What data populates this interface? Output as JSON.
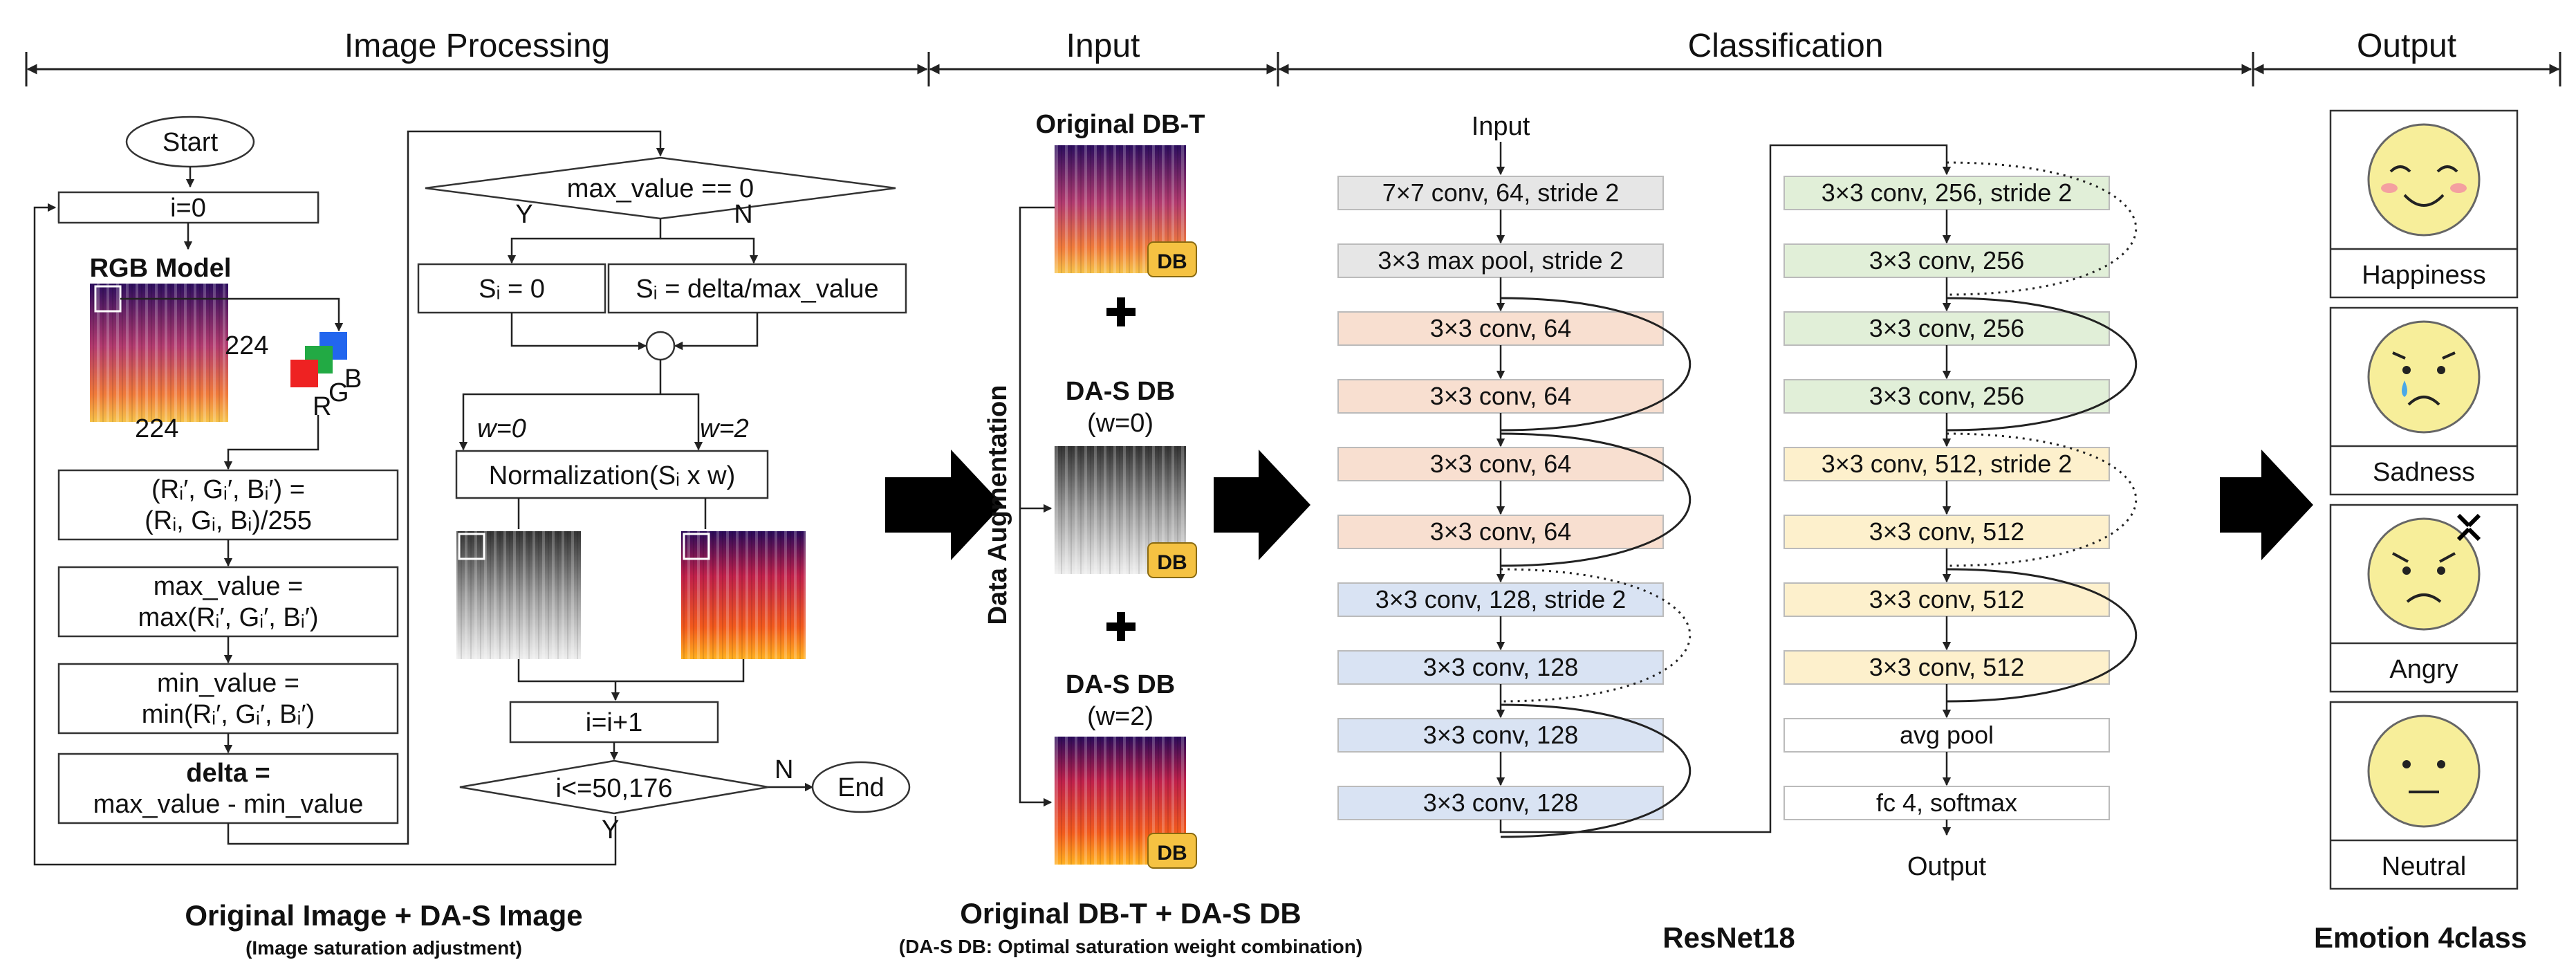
{
  "sections": {
    "image_processing": "Image Processing",
    "input": "Input",
    "classification": "Classification",
    "output": "Output"
  },
  "flowchart": {
    "start": "Start",
    "init": "i=0",
    "rgb_model": "RGB Model",
    "dim_w": "224",
    "dim_h": "224",
    "rgb_r": "R",
    "rgb_g": "G",
    "rgb_b": "B",
    "step_norm_1": "(Rᵢ′, Gᵢ′, Bᵢ′) =",
    "step_norm_2": "(Rᵢ, Gᵢ, Bᵢ)/255",
    "step_max_1": "max_value =",
    "step_max_2": "max(Rᵢ′, Gᵢ′, Bᵢ′)",
    "step_min_1": "min_value =",
    "step_min_2": "min(Rᵢ′, Gᵢ′, Bᵢ′)",
    "step_delta_1": "delta =",
    "step_delta_2": "max_value - min_value",
    "decision_max": "max_value == 0",
    "yes": "Y",
    "no": "N",
    "si_zero": "Sᵢ = 0",
    "si_delta": "Sᵢ = delta/max_value",
    "w0": "w=0",
    "w2": "w=2",
    "normalization": "Normalization(Sᵢ x w)",
    "increment": "i=i+1",
    "decision_loop": "i<=50,176",
    "loop_yes": "Y",
    "loop_no": "N",
    "end": "End",
    "caption": "Original Image + DA-S Image",
    "caption_sub": "(Image saturation adjustment)"
  },
  "input": {
    "original": "Original DB-T",
    "das_w0_1": "DA-S DB",
    "das_w0_2": "(w=0)",
    "das_w2_1": "DA-S DB",
    "das_w2_2": "(w=2)",
    "db_badge": "DB",
    "data_augmentation": "Data Augmentation",
    "caption": "Original DB-T + DA-S DB",
    "caption_sub": "(DA-S DB: Optimal saturation weight combination)"
  },
  "resnet": {
    "input": "Input",
    "output": "Output",
    "caption": "ResNet18",
    "left_layers": [
      {
        "label": "7×7 conv, 64, stride 2",
        "color": "#e6e6e6"
      },
      {
        "label": "3×3 max pool, stride 2",
        "color": "#e6e6e6"
      },
      {
        "label": "3×3 conv, 64",
        "color": "#f8dfd0"
      },
      {
        "label": "3×3 conv, 64",
        "color": "#f8dfd0"
      },
      {
        "label": "3×3 conv, 64",
        "color": "#f8dfd0"
      },
      {
        "label": "3×3 conv, 64",
        "color": "#f8dfd0"
      },
      {
        "label": "3×3 conv, 128, stride 2",
        "color": "#d9e3f3"
      },
      {
        "label": "3×3 conv, 128",
        "color": "#d9e3f3"
      },
      {
        "label": "3×3 conv, 128",
        "color": "#d9e3f3"
      },
      {
        "label": "3×3 conv, 128",
        "color": "#d9e3f3"
      }
    ],
    "right_layers": [
      {
        "label": "3×3 conv, 256, stride 2",
        "color": "#e1efd8"
      },
      {
        "label": "3×3 conv, 256",
        "color": "#e1efd8"
      },
      {
        "label": "3×3 conv, 256",
        "color": "#e1efd8"
      },
      {
        "label": "3×3 conv, 256",
        "color": "#e1efd8"
      },
      {
        "label": "3×3 conv, 512, stride 2",
        "color": "#fdf0cc"
      },
      {
        "label": "3×3 conv, 512",
        "color": "#fdf0cc"
      },
      {
        "label": "3×3 conv, 512",
        "color": "#fdf0cc"
      },
      {
        "label": "3×3 conv, 512",
        "color": "#fdf0cc"
      },
      {
        "label": "avg pool",
        "color": "#ffffff"
      },
      {
        "label": "fc 4, softmax",
        "color": "#ffffff"
      }
    ]
  },
  "output": {
    "classes": [
      "Happiness",
      "Sadness",
      "Angry",
      "Neutral"
    ],
    "caption": "Emotion 4class",
    "face_color": "#f7ee9a"
  }
}
